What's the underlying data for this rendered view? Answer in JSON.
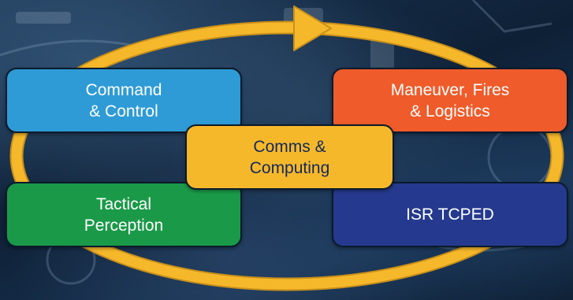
{
  "diagram": {
    "nodes": [
      {
        "id": "c2",
        "lines": [
          "Command",
          "& Control"
        ],
        "color": "#2e9bd6",
        "text_color": "#ffffff"
      },
      {
        "id": "mfl",
        "lines": [
          "Maneuver, Fires",
          "& Logistics"
        ],
        "color": "#ef5b2a",
        "text_color": "#ffffff"
      },
      {
        "id": "cc",
        "lines": [
          "Comms &",
          "Computing"
        ],
        "color": "#f6b82b",
        "text_color": "#13295a"
      },
      {
        "id": "tp",
        "lines": [
          "Tactical",
          "Perception"
        ],
        "color": "#1a9a48",
        "text_color": "#ffffff"
      },
      {
        "id": "isr",
        "lines": [
          "ISR TCPED"
        ],
        "color": "#253a8e",
        "text_color": "#ffffff"
      }
    ],
    "cycle": {
      "color": "#f6b82b",
      "edge_color": "#c9901a",
      "direction": "clockwise"
    }
  }
}
